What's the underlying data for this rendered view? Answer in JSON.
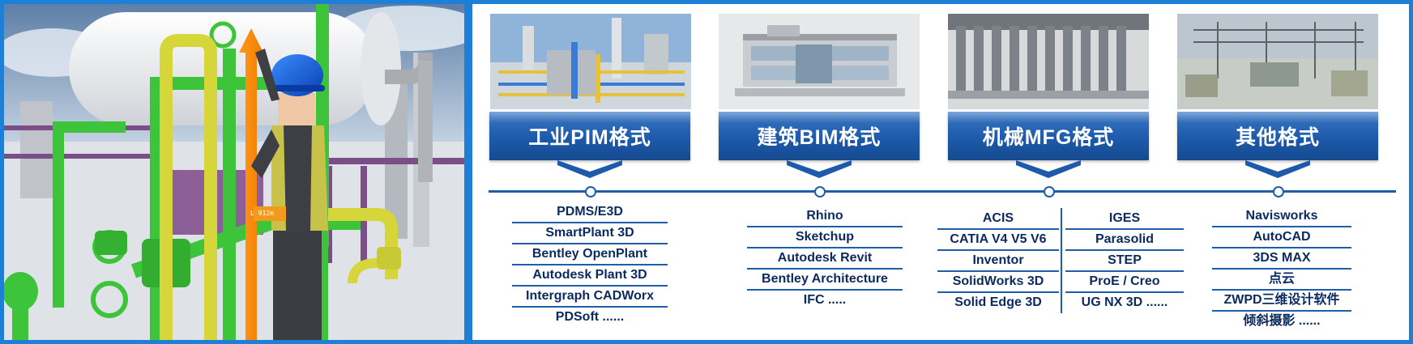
{
  "scene": {
    "tag_label": "L 912m"
  },
  "categories": [
    {
      "title": "工业PIM格式",
      "thumbnail_icon": "industrial-plant-render",
      "formats": [
        "PDMS/E3D",
        "SmartPlant 3D",
        "Bentley OpenPlant",
        "Autodesk Plant 3D",
        "Intergraph CADWorx",
        "PDSoft ......"
      ]
    },
    {
      "title": "建筑BIM格式",
      "thumbnail_icon": "building-render",
      "formats": [
        "Rhino",
        "Sketchup",
        "Autodesk Revit",
        "Bentley Architecture",
        "IFC ....."
      ]
    },
    {
      "title": "机械MFG格式",
      "thumbnail_icon": "mechanical-assembly-render",
      "formats_left": [
        "ACIS",
        "CATIA V4 V5 V6",
        "Inventor",
        "SolidWorks 3D",
        "Solid Edge 3D"
      ],
      "formats_right": [
        "IGES",
        "Parasolid",
        "STEP",
        "ProE / Creo",
        "UG NX 3D ......"
      ]
    },
    {
      "title": "其他格式",
      "thumbnail_icon": "substation-render",
      "formats": [
        "Navisworks",
        "AutoCAD",
        "3DS MAX",
        "点云",
        "ZWPD三维设计软件",
        "倾斜摄影 ......"
      ]
    }
  ],
  "colors": {
    "frame_blue": "#1e7fd6",
    "banner_blue": "#1d5aab",
    "line_blue": "#1e5ea8",
    "text_navy": "#0b2a5e",
    "pipe_green": "#3ec43a",
    "pipe_yellow": "#d6d63a",
    "beam_purple": "#7a4e86"
  }
}
